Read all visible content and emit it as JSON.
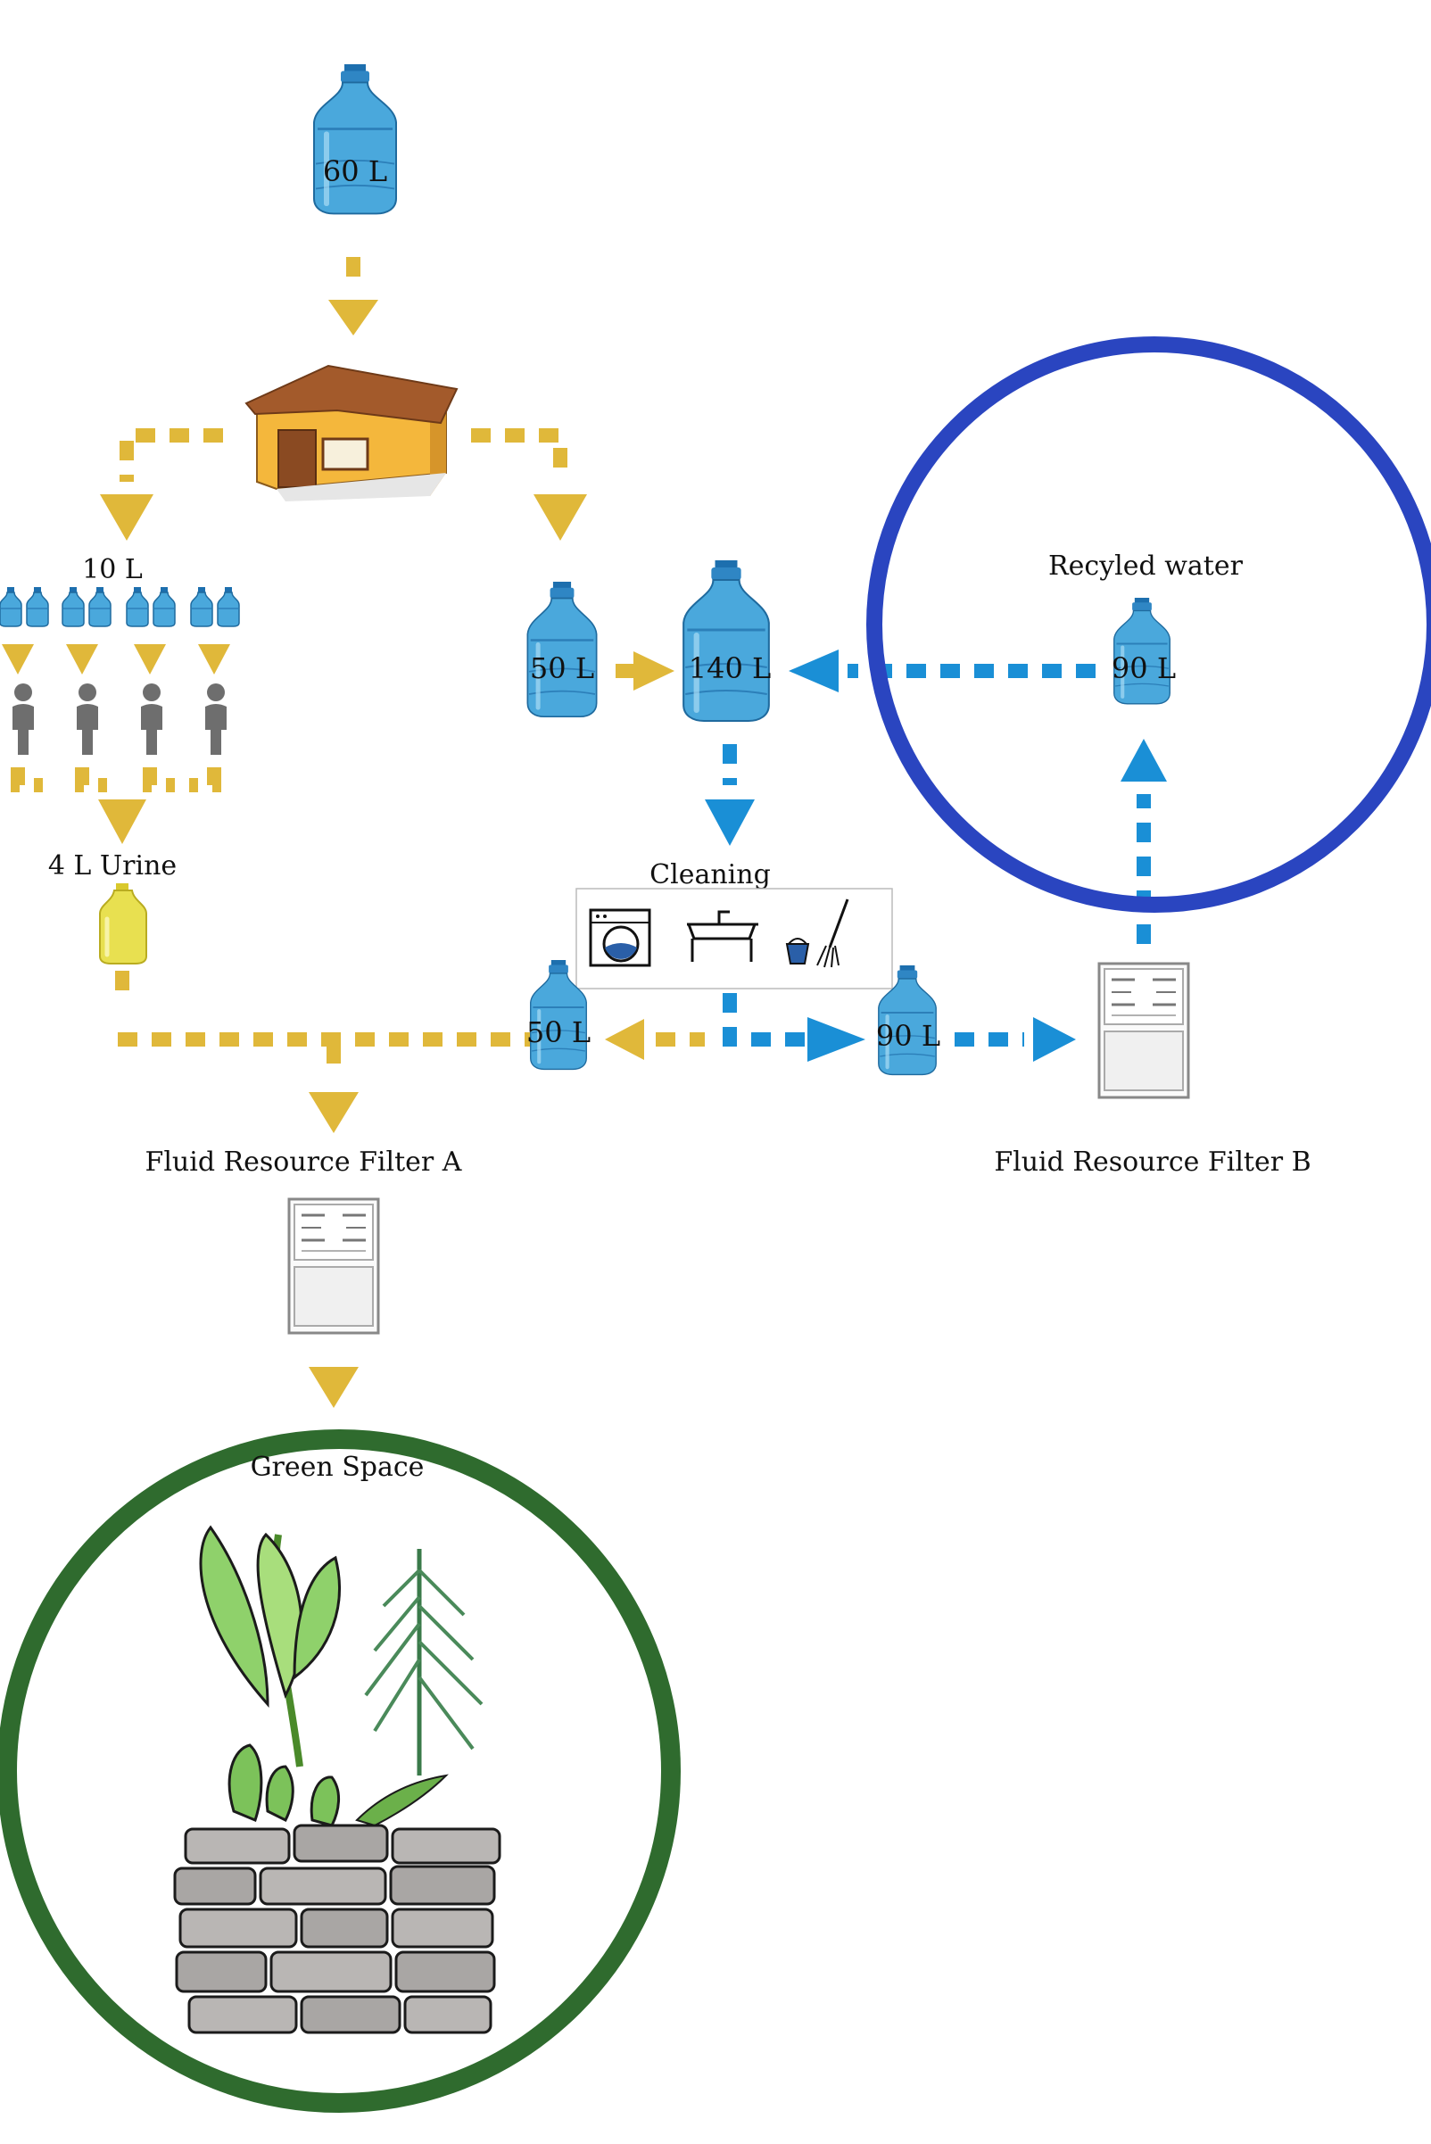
{
  "labels": {
    "jug_top": "60 L",
    "per_person": "10 L",
    "urine": "4 L Urine",
    "jug_50_in": "50 L",
    "jug_140": "140 L",
    "recycled_title": "Recyled water",
    "jug_90_recycled": "90 L",
    "cleaning": "Cleaning",
    "jug_50_out": "50 L",
    "jug_90_out": "90 L",
    "filter_a": "Fluid Resource Filter A",
    "filter_b": "Fluid Resource Filter B",
    "green_space": "Green Space"
  },
  "colors": {
    "yellow_flow": "#e0b83a",
    "blue_flow": "#1a8fd6",
    "recycled_ring": "#2a45c0",
    "green_ring": "#2f6b2e",
    "jug_water": "#4aa8dc",
    "urine": "#e8e050",
    "person": "#6e6e6e",
    "house_wall": "#f4b73c",
    "house_roof": "#a35a2b"
  },
  "icons": [
    "water-jug-icon",
    "house-icon",
    "person-icon",
    "washing-machine-icon",
    "sink-icon",
    "bucket-icon",
    "broom-icon",
    "filter-unit-icon",
    "plant-icon",
    "stone-wall-icon"
  ]
}
